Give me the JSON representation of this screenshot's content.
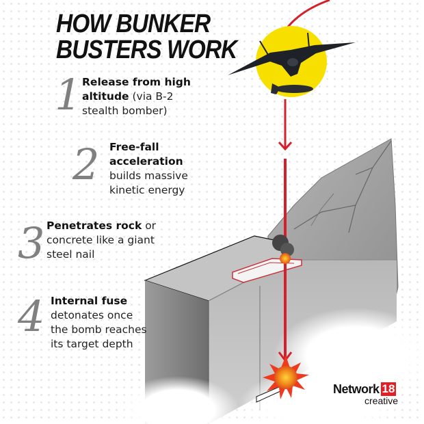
{
  "title": {
    "line1": "HOW BUNKER",
    "line2": "BUSTERS WORK"
  },
  "steps": [
    {
      "number": "1",
      "bold": "Release from high",
      "bold2": "altitude",
      "rest1": " (via B-2",
      "rest2": "stealth bomber)"
    },
    {
      "number": "2",
      "bold": "Free-fall",
      "bold2": "acceleration",
      "rest1": "builds massive",
      "rest2": "kinetic energy"
    },
    {
      "number": "3",
      "bold": "Penetrates rock",
      "rest0": " or",
      "rest1": "concrete like a giant",
      "rest2": "steel nail"
    },
    {
      "number": "4",
      "bold": "Internal fuse",
      "rest1": "detonates once",
      "rest2": "the bomb reaches",
      "rest3": "its target depth"
    }
  ],
  "logo": {
    "brand": "Network",
    "badge": "18",
    "sub": "creative"
  },
  "colors": {
    "arrow": "#d4202a",
    "sun": "#f7e000",
    "badge": "#e31e24",
    "rock": "#9a9a9a",
    "bunker_outline": "#c8323a"
  },
  "illustration": {
    "aircraft": "b2-stealth-bomber",
    "bomb": "bunker-buster-bomb",
    "structure": "underground-bunker",
    "terrain": "rock-hillside"
  }
}
